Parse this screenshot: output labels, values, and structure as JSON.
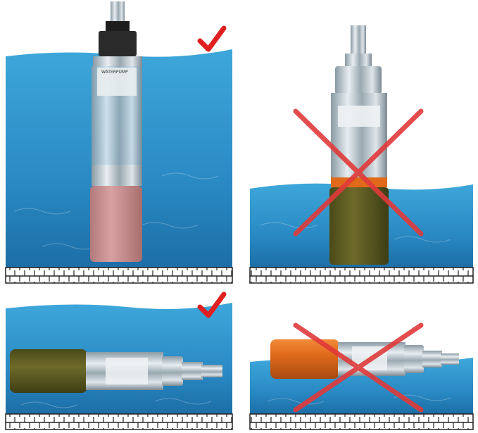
{
  "pump_label_text": "WATERPUMP",
  "panels": [
    {
      "name": "vertical-fully-submerged",
      "verdict": "correct"
    },
    {
      "name": "vertical-partially-submerged",
      "verdict": "incorrect"
    },
    {
      "name": "horizontal-fully-submerged",
      "verdict": "correct"
    },
    {
      "name": "horizontal-partially-submerged",
      "verdict": "incorrect"
    }
  ],
  "colors": {
    "water_top": "#3aa3d6",
    "water_bottom": "#1b6fa6",
    "check_red": "#e02020",
    "cross_red": "#e03a3a",
    "sleeve_pink": "#c98a8a",
    "sleeve_olive": "#5a5a20",
    "sleeve_orange": "#e06a1a"
  },
  "icons": [
    "check-mark-icon",
    "cross-mark-icon"
  ]
}
